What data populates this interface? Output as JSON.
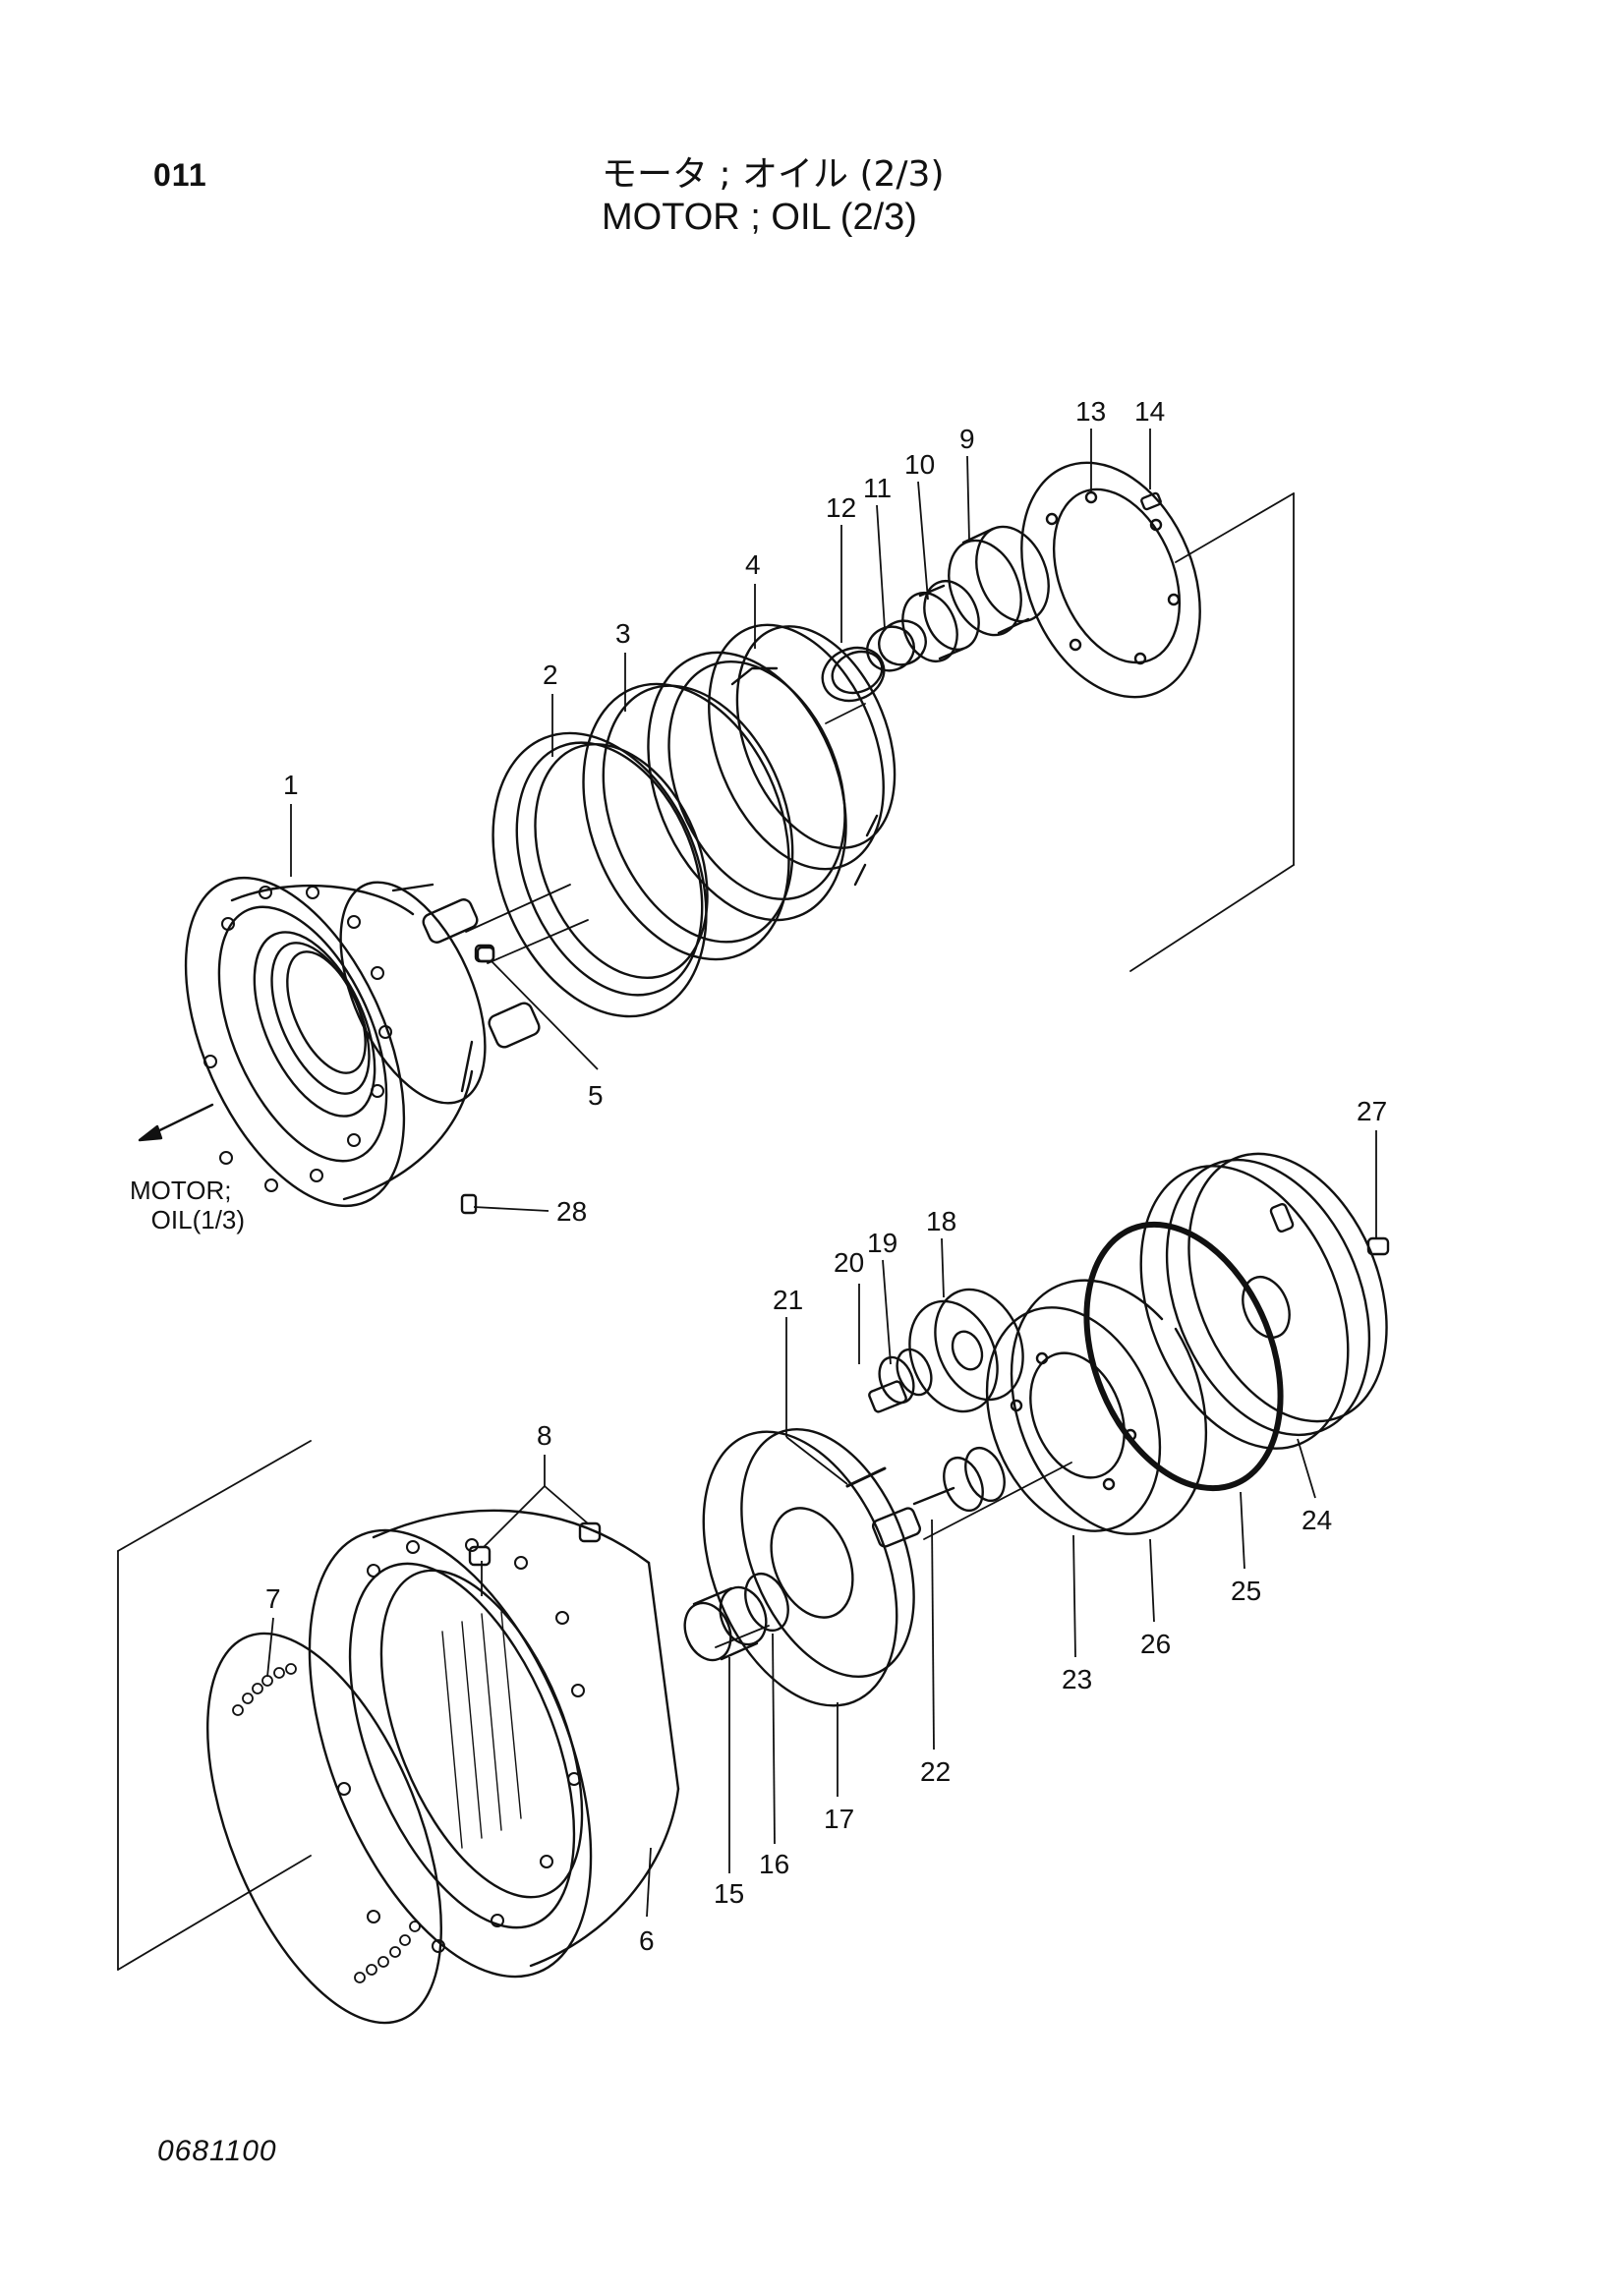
{
  "page_code": "011",
  "title_jp": "モータ ; オイル (2/3)",
  "title_en": "MOTOR ; OIL (2/3)",
  "cross_reference_label": "MOTOR;\n   OIL(1/3)",
  "footer_code": "0681100",
  "part_numbers": [
    "1",
    "2",
    "3",
    "4",
    "5",
    "6",
    "7",
    "8",
    "9",
    "10",
    "11",
    "12",
    "13",
    "14",
    "15",
    "16",
    "17",
    "18",
    "19",
    "20",
    "21",
    "22",
    "23",
    "24",
    "25",
    "26",
    "27",
    "28"
  ]
}
